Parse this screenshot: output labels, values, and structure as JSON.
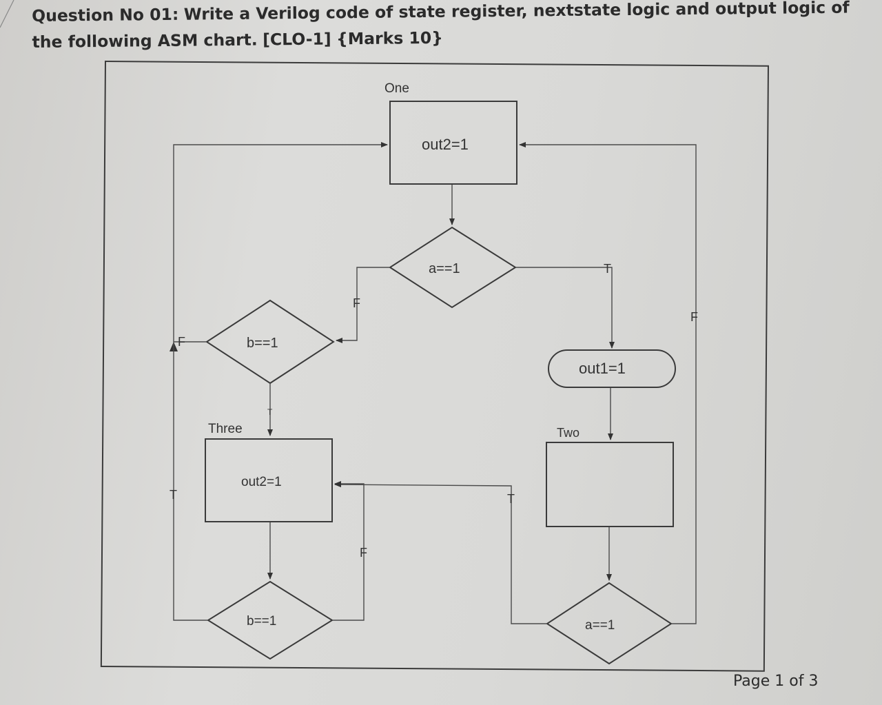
{
  "question": {
    "label": "Question No 01:",
    "text": "Write a Verilog code of state register, nextstate logic and output logic of the following ASM chart.",
    "clo": "[CLO-1]",
    "marks": "{Marks 10}"
  },
  "asm": {
    "state_one": {
      "name": "One",
      "output": "out2=1"
    },
    "decision_a_one": {
      "condition": "a==1",
      "true_label": "T",
      "false_label": "F"
    },
    "conditional_out1": {
      "output": "out1=1"
    },
    "state_two": {
      "name": "Two",
      "output": ""
    },
    "decision_a_two": {
      "condition": "a==1",
      "true_label": "T",
      "false_label": "F"
    },
    "decision_b_top": {
      "condition": "b==1",
      "true_label": "T",
      "false_label": "F"
    },
    "state_three": {
      "name": "Three",
      "output": "out2=1"
    },
    "decision_b_bottom": {
      "condition": "b==1",
      "true_label": "T",
      "false_label": "F"
    }
  },
  "footer": {
    "page": "Page 1 of 3"
  }
}
